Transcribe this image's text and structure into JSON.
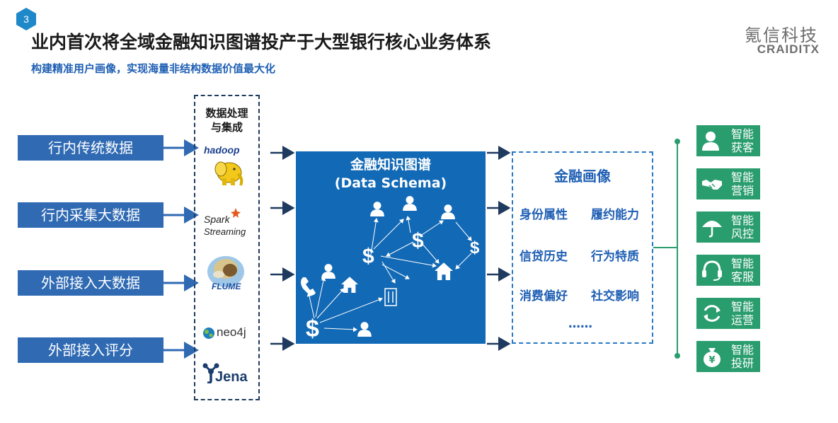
{
  "header": {
    "page_number": "3",
    "title": "业内首次将全域金融知识图谱投产于大型银行核心业务体系",
    "subtitle": "构建精准用户画像，实现海量非结构数据价值最大化",
    "logo_cn": "氪信科技",
    "logo_en": "CRAIDITX"
  },
  "sources": [
    {
      "label": "行内传统数据"
    },
    {
      "label": "行内采集大数据"
    },
    {
      "label": "外部接入大数据"
    },
    {
      "label": "外部接入评分"
    }
  ],
  "processing": {
    "title_line1": "数据处理",
    "title_line2": "与集成",
    "tools": [
      "hadoop",
      "Spark",
      "Streaming",
      "FLUME",
      "neo4j",
      "Jena"
    ]
  },
  "knowledge_graph": {
    "title": "金融知识图谱",
    "subtitle": "(Data Schema)"
  },
  "portrait": {
    "title": "金融画像",
    "attributes": [
      "身份属性",
      "履约能力",
      "信贷历史",
      "行为特质",
      "消费偏好",
      "社交影响"
    ],
    "more": "……"
  },
  "applications": [
    {
      "line1": "智能",
      "line2": "获客",
      "icon": "person-icon"
    },
    {
      "line1": "智能",
      "line2": "营销",
      "icon": "handshake-icon"
    },
    {
      "line1": "智能",
      "line2": "风控",
      "icon": "umbrella-icon"
    },
    {
      "line1": "智能",
      "line2": "客服",
      "icon": "headset-icon"
    },
    {
      "line1": "智能",
      "line2": "运营",
      "icon": "refresh-icon"
    },
    {
      "line1": "智能",
      "line2": "投研",
      "icon": "money-bag-icon"
    }
  ],
  "colors": {
    "primary_blue": "#2f6ab3",
    "graph_blue": "#1269b5",
    "arrow_navy": "#1e3a5f",
    "app_green": "#2a9d6e",
    "badge_teal": "#1e88c8"
  }
}
